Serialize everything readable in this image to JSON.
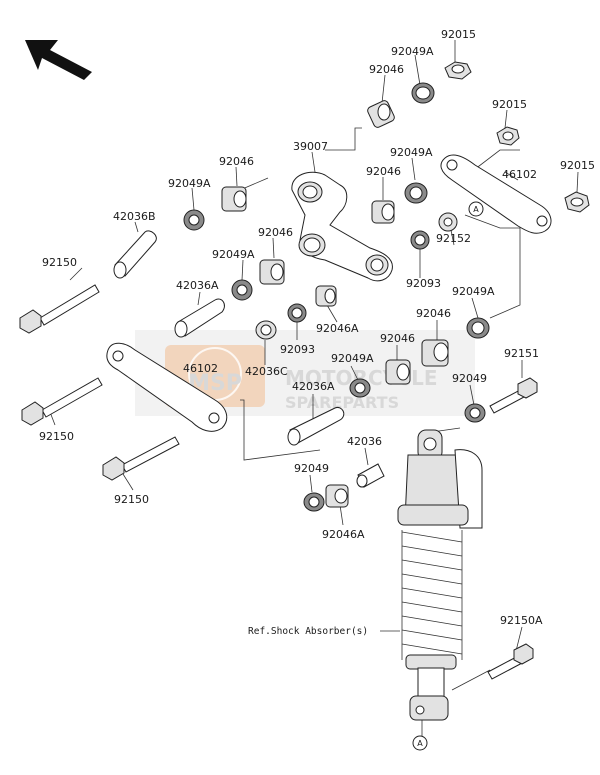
{
  "part_numbers": {
    "p92015_a": "92015",
    "p92049A_a": "92049A",
    "p92046_a": "92046",
    "p92015_b": "92015",
    "p39007": "39007",
    "p92049A_b": "92049A",
    "p92046_b": "92046",
    "p46102_a": "46102",
    "p92015_c": "92015",
    "p92049A_c": "92049A",
    "p42036B": "42036B",
    "p92046_c": "92046",
    "p92150_a": "92150",
    "p92049A_d": "92049A",
    "p92046_d": "92046",
    "p92152": "92152",
    "p92093_a": "92093",
    "p42036A_a": "42036A",
    "p92049A_e": "92049A",
    "p92046A_a": "92046A",
    "p92046_e": "92046",
    "p92093_b": "92093",
    "p42036C": "42036C",
    "p46102_b": "46102",
    "p92049A_f": "92049A",
    "p92046_f": "92046",
    "p92151": "92151",
    "p42036A_b": "42036A",
    "p92049": "92049",
    "p92150_b": "92150",
    "p42036": "42036",
    "p92049_b": "92049",
    "p92150_c": "92150",
    "p92046A_b": "92046A",
    "p92150A": "92150A"
  },
  "callouts": {
    "a_top": "A",
    "a_bottom": "A"
  },
  "reference_label": "Ref.Shock Absorber(s)",
  "watermark": {
    "line1": "MOTORCYCLE",
    "line2": "SPAREPARTS",
    "logo": "MSP"
  },
  "colors": {
    "line": "#333333",
    "part_fill": "#ffffff",
    "watermark": "#b9b9b9",
    "logo_orange": "#e8893a"
  },
  "icons": {
    "direction_arrow": "arrow-up-left-icon"
  }
}
